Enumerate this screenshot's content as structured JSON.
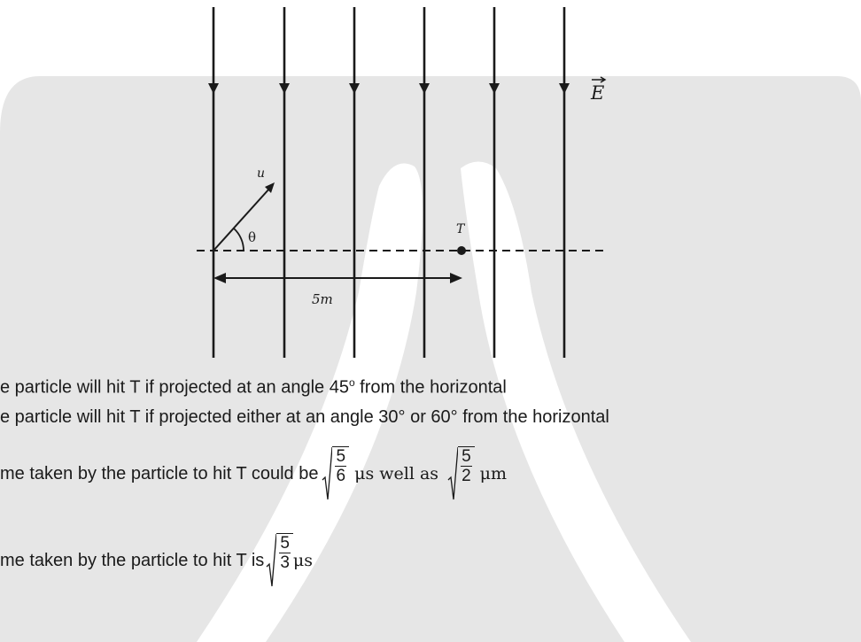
{
  "figure": {
    "field_label": "E",
    "velocity_label": "u",
    "angle_label": "θ",
    "point_label": "T",
    "distance_label": "5m"
  },
  "options": [
    {
      "pre": "e particle will hit T if projected at an angle 45",
      "sup": "o",
      "post": " from the horizontal"
    },
    {
      "text": "e particle will hit T if projected either at an angle 30° or 60° from the horizontal"
    },
    {
      "pre": "me taken by the particle to hit T could be ",
      "rad1_num": "5",
      "rad1_den": "6",
      "mid": " μs well as ",
      "rad2_num": "5",
      "rad2_den": "2",
      "unit2": " μm"
    },
    {
      "pre": "me taken by the particle to hit T is ",
      "rad_num": "5",
      "rad_den": "3",
      "unit": "μs"
    }
  ],
  "colors": {
    "watermark": "#e6e6e6",
    "ink": "#1a1a1a"
  }
}
